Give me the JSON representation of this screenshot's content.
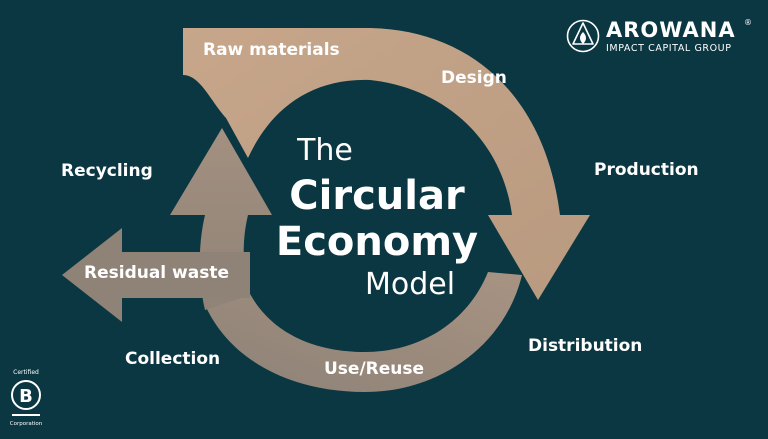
{
  "diagram": {
    "stages": {
      "raw_materials": "Raw materials",
      "design": "Design",
      "production": "Production",
      "distribution": "Distribution",
      "use_reuse": "Use/Reuse",
      "collection": "Collection",
      "recycling": "Recycling",
      "residual_waste": "Residual waste"
    },
    "center_title": {
      "line1": "The",
      "line2": "Circular",
      "line3": "Economy",
      "line4": "Model"
    },
    "colors": {
      "background": "#0a3741",
      "arrow_light": "#c0a186",
      "arrow_mid": "#a08f7f",
      "arrow_dark": "#8f8276",
      "text": "#ffffff"
    }
  },
  "branding": {
    "company_name": "AROWANA",
    "registered_mark": "®",
    "company_tagline": "IMPACT CAPITAL GROUP",
    "certification_top": "Certified",
    "certification_letter": "B",
    "certification_bottom": "Corporation"
  }
}
